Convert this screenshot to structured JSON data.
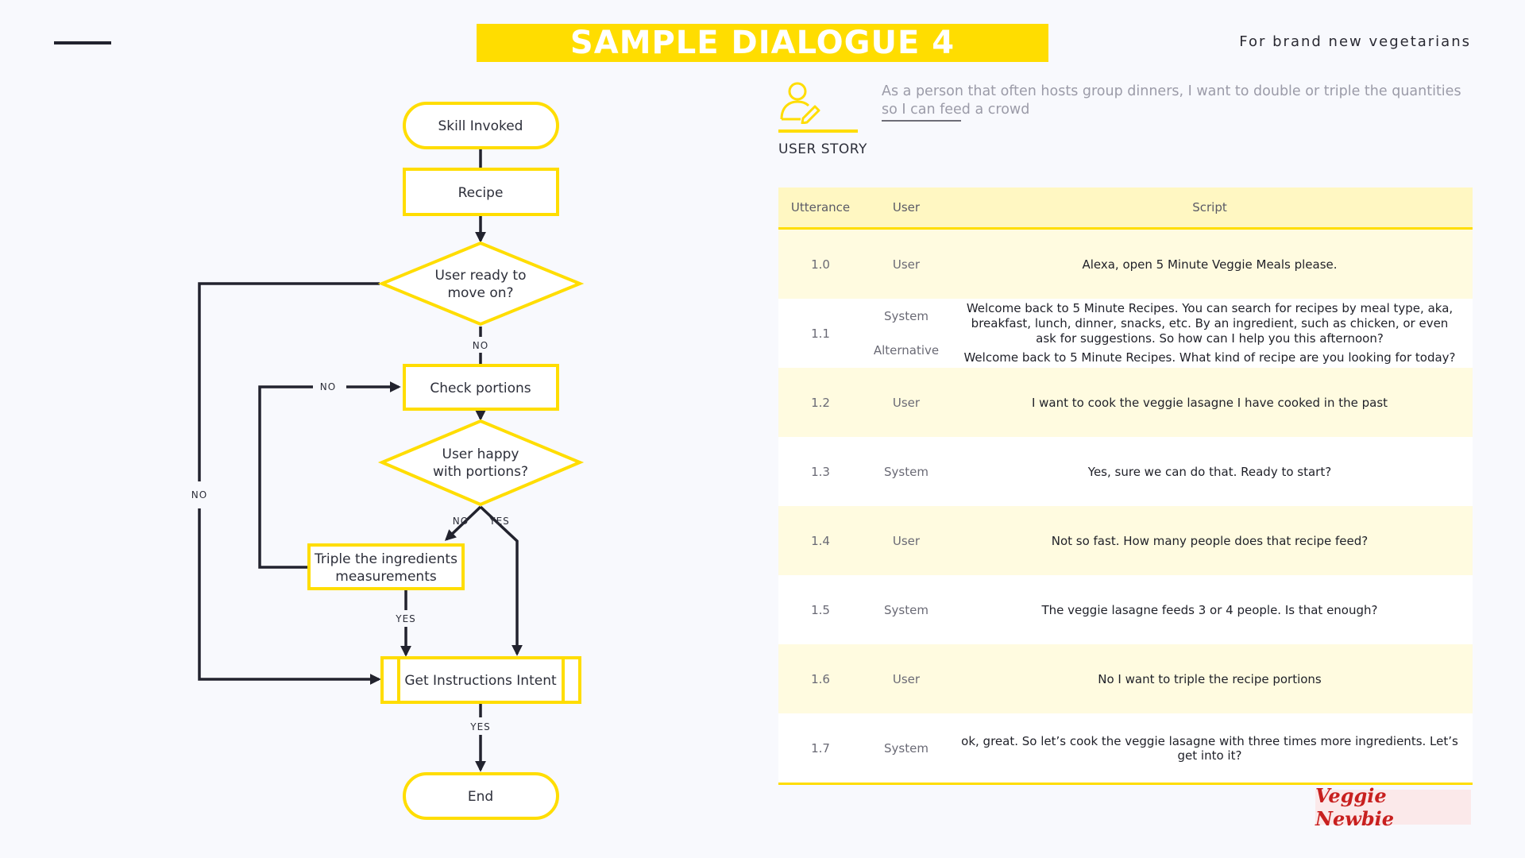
{
  "header": {
    "title": "SAMPLE DIALOGUE 4",
    "subtitle": "For brand new vegetarians"
  },
  "flowchart": {
    "nodes": {
      "start": "Skill Invoked",
      "recipe": "Recipe",
      "ready_line1": "User ready to",
      "ready_line2": "move on?",
      "check": "Check portions",
      "happy_line1": "User happy",
      "happy_line2": "with portions?",
      "triple_line1": "Triple the ingredients",
      "triple_line2": "measurements",
      "instructions": "Get Instructions Intent",
      "end": "End"
    },
    "edge_labels": {
      "ready_no": "NO",
      "ready_loop_no": "NO",
      "happy_loop_no": "NO",
      "happy_no": "NO",
      "happy_yes": "YES",
      "triple_yes": "YES",
      "instructions_yes": "YES"
    }
  },
  "user_story": {
    "label": "USER STORY",
    "text": "As a person that often hosts group dinners, I want to double or triple the quantities so I can feed a crowd",
    "icon": "user-edit-icon"
  },
  "table": {
    "headers": {
      "utterance": "Utterance",
      "user": "User",
      "script": "Script"
    },
    "rows": [
      {
        "utterance": "1.0",
        "user": "User",
        "script": "Alexa, open 5 Minute Veggie Meals please."
      },
      {
        "utterance": "1.1",
        "user": "System",
        "script": "Welcome back to 5 Minute Recipes. You can search for recipes by meal type, aka, breakfast, lunch, dinner, snacks, etc. By an ingredient, such as chicken, or even ask for suggestions. So how can I help you this afternoon?",
        "alt_user": "Alternative",
        "alt_script": "Welcome back to 5 Minute Recipes. What kind of recipe are you looking for today?"
      },
      {
        "utterance": "1.2",
        "user": "User",
        "script": "I want to cook the veggie lasagne I have cooked in the past"
      },
      {
        "utterance": "1.3",
        "user": "System",
        "script": "Yes, sure we can do that. Ready to start?"
      },
      {
        "utterance": "1.4",
        "user": "User",
        "script": "Not so fast. How many people does that recipe feed?"
      },
      {
        "utterance": "1.5",
        "user": "System",
        "script": "The veggie lasagne feeds 3 or 4 people. Is that enough?"
      },
      {
        "utterance": "1.6",
        "user": "User",
        "script": "No I want to triple the recipe portions"
      },
      {
        "utterance": "1.7",
        "user": "System",
        "script": "ok, great. So let’s cook the veggie lasagne with three times more ingredients. Let’s get into it?"
      }
    ]
  },
  "brand": {
    "name": "Veggie Newbie"
  },
  "colors": {
    "accent": "#ffdd00",
    "line": "#22232e",
    "brand": "#c8201f"
  }
}
